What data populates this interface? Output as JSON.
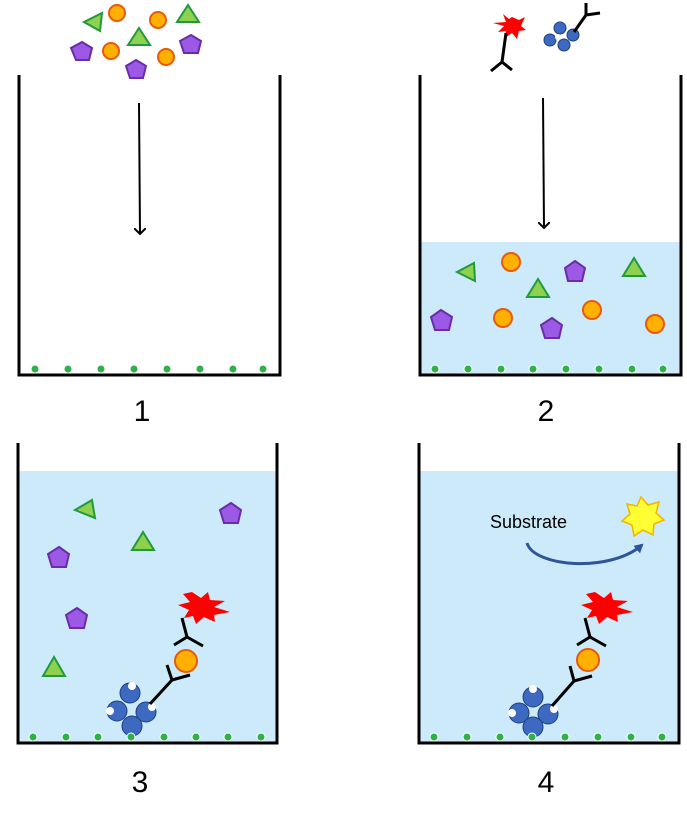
{
  "steps": [
    {
      "label": "1",
      "liquid": false
    },
    {
      "label": "2",
      "liquid": true
    },
    {
      "label": "3",
      "liquid": true
    },
    {
      "label": "4",
      "liquid": true
    }
  ],
  "substrate_label": "Substrate",
  "colors": {
    "liquid": "#cceafa",
    "wall": "#000000",
    "bead": "#2db24a",
    "triangle_fill": "#8fd14f",
    "triangle_stroke": "#1f9a3c",
    "circle_fill": "#ffb000",
    "circle_stroke": "#e8590c",
    "pentagon_fill": "#9b59e6",
    "pentagon_stroke": "#6a2ca8",
    "antibody_blue": "#3d6ac0",
    "label_red": "#ff0000",
    "star_yellow": "#ffff33",
    "arrow_blue": "#2f5597"
  },
  "icons": [
    "triangle-antigen-icon",
    "circle-antigen-icon",
    "pentagon-antigen-icon",
    "capture-antibody-icon",
    "detection-antibody-icon",
    "enzyme-label-icon",
    "product-star-icon",
    "bead-icon",
    "down-arrow-icon",
    "curved-arrow-icon"
  ]
}
